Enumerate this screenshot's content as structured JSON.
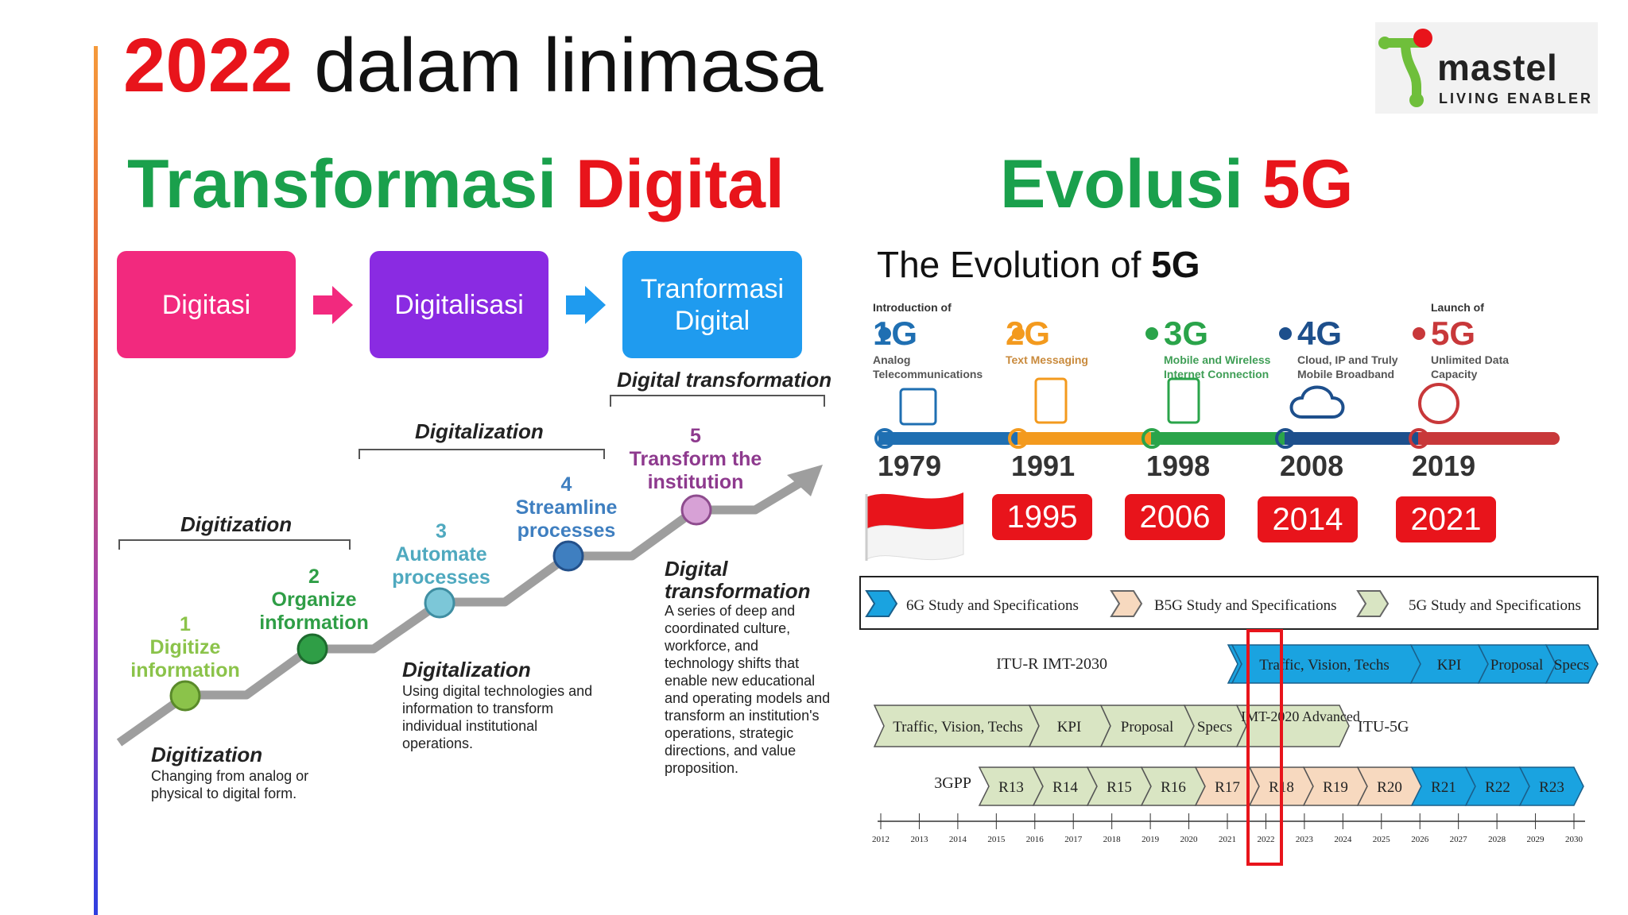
{
  "header": {
    "year": "2022",
    "title_rest": " dalam linimasa"
  },
  "logo": {
    "name": "mastel",
    "tagline": "LIVING ENABLER"
  },
  "left": {
    "title_a": "Transformasi ",
    "title_b": "Digital",
    "boxes": [
      "Digitasi",
      "Digitalisasi",
      "Tranformasi Digital"
    ],
    "brackets": [
      "Digitization",
      "Digitalization",
      "Digital transformation"
    ],
    "steps": [
      {
        "num": "1",
        "label": "Digitize information"
      },
      {
        "num": "2",
        "label": "Organize information"
      },
      {
        "num": "3",
        "label": "Automate processes"
      },
      {
        "num": "4",
        "label": "Streamline processes"
      },
      {
        "num": "5",
        "label": "Transform the institution"
      }
    ],
    "defs": [
      {
        "title": "Digitization",
        "text": "Changing from analog or physical  to digital form."
      },
      {
        "title": "Digitalization",
        "text": "Using digital technologies and information to transform individual institutional operations."
      },
      {
        "title": "Digital transformation",
        "text": "A series of deep and coordinated culture, workforce, and technology shifts that enable new educational and operating models and transform an institution's operations, strategic directions, and value proposition."
      }
    ]
  },
  "right": {
    "title_a": "Evolusi ",
    "title_b": "5G",
    "graphic_title_a": "The Evolution of ",
    "graphic_title_b": "5G",
    "generations": [
      {
        "top": "Introduction of",
        "gen": "1G",
        "desc": "Analog Telecommunications",
        "year": "1979",
        "color": "#1f6fb2"
      },
      {
        "top": "",
        "gen": "2G",
        "desc": "Text Messaging",
        "year": "1991",
        "color": "#f39a1e"
      },
      {
        "top": "",
        "gen": "3G",
        "desc": "Mobile and Wireless Internet Connection",
        "year": "1998",
        "color": "#2aa44a"
      },
      {
        "top": "",
        "gen": "4G",
        "desc": "Cloud, IP and Truly Mobile Broadband",
        "year": "2008",
        "color": "#1d4f8c"
      },
      {
        "top": "Launch of",
        "gen": "5G",
        "desc": "Unlimited Data Capacity",
        "year": "2019",
        "color": "#c8383a"
      }
    ],
    "indonesia_years": [
      "1995",
      "2006",
      "2014",
      "2021"
    ],
    "legend": [
      "6G Study and Specifications",
      "B5G Study and Specifications",
      "5G Study and Specifications"
    ],
    "rows": {
      "itu_r": {
        "label": "ITU-R IMT-2030",
        "items": [
          "Traffic, Vision, Techs",
          "KPI",
          "Proposal",
          "Specs"
        ]
      },
      "itu_5g": {
        "label": "ITU-5G",
        "items": [
          "Traffic, Vision, Techs",
          "KPI",
          "Proposal",
          "Specs",
          "IMT-2020 Advanced"
        ]
      },
      "gpp": {
        "label": "3GPP",
        "items": [
          "R13",
          "R14",
          "R15",
          "R16",
          "R17",
          "R18",
          "R19",
          "R20",
          "R21",
          "R22",
          "R23"
        ]
      }
    },
    "axis_years": [
      "2012",
      "2013",
      "2014",
      "2015",
      "2016",
      "2017",
      "2018",
      "2019",
      "2020",
      "2021",
      "2022",
      "2023",
      "2024",
      "2025",
      "2026",
      "2027",
      "2028",
      "2029",
      "2030"
    ],
    "colors": {
      "six_g": "#1aa3e0",
      "b5g": "#f7d9bf",
      "five_g": "#d9e5c3",
      "highlight": "#e8141b"
    }
  }
}
